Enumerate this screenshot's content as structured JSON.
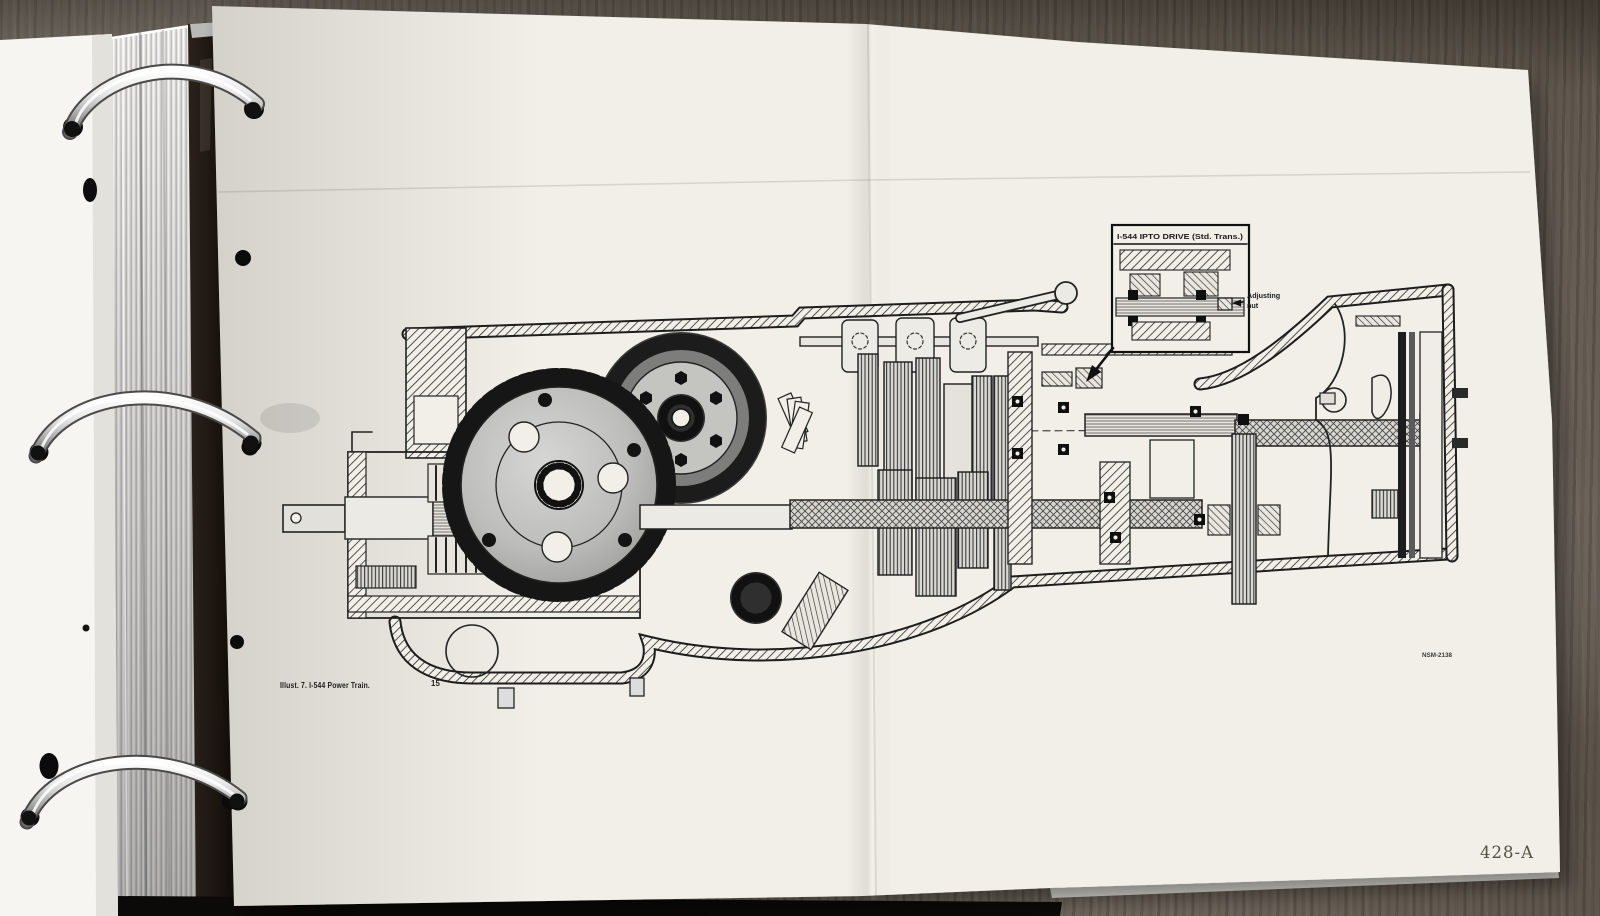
{
  "manual_page": {
    "caption": "Illust. 7.  I-544 Power Train.",
    "sheet_number": "15",
    "drawing_number": "NSM-2138",
    "page_number": "428-A",
    "inset": {
      "title": "I-544 IPTO DRIVE (Std. Trans.)",
      "callout": {
        "line1": "Adjusting",
        "line2": "nut"
      }
    }
  },
  "colors": {
    "paper": "#f1efe8",
    "ink": "#1f1f1f",
    "wood": "#7d746a",
    "spine": "#16110d",
    "chrome": "#d8d8d8",
    "gear_light": "#c0c0c0",
    "gear_dark": "#4f4f4f"
  }
}
